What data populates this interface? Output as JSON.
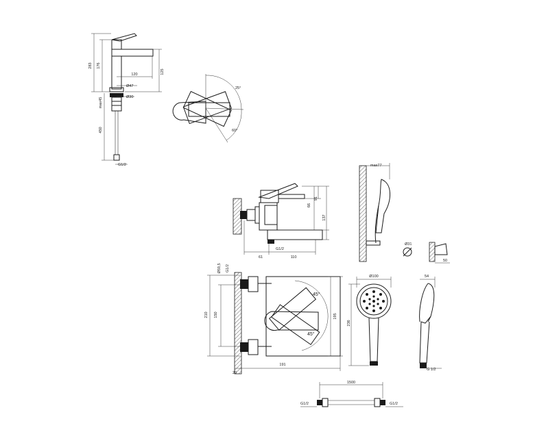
{
  "basin_mixer": {
    "height_total": "283",
    "height_body": "176",
    "spout_reach": "120",
    "spout_height": "125",
    "base_diameter": "Ø47",
    "hole_diameter": "Ø30",
    "max_thickness": "max45",
    "hose_length": "450",
    "hose_thread": "G1/2",
    "rotation_angle_top": "25°",
    "rotation_angle_bottom": "60°"
  },
  "bath_mixer_side": {
    "height_66": "66",
    "height_91": "91",
    "height_137": "137",
    "wall_offset": "61",
    "spout_length": "110",
    "inlet_thread": "G1/2"
  },
  "slide_holder": {
    "max_depth": "max77",
    "bracket_diameter": "Ø31",
    "bracket_depth": "50"
  },
  "bath_mixer_top": {
    "eccentric_diameter": "Ø59,5",
    "inlet_thread": "G1/2",
    "centers_210": "210",
    "centers_150": "150",
    "body_height": "195",
    "angle_top": "45°",
    "angle_bottom": "45°",
    "wall_gap": "20",
    "depth": "191"
  },
  "hand_shower": {
    "head_diameter": "Ø100",
    "length": "236",
    "side_depth": "54",
    "thread": "G 1/2"
  },
  "hose": {
    "length": "1500",
    "thread_left": "G1/2",
    "thread_right": "G1/2"
  }
}
